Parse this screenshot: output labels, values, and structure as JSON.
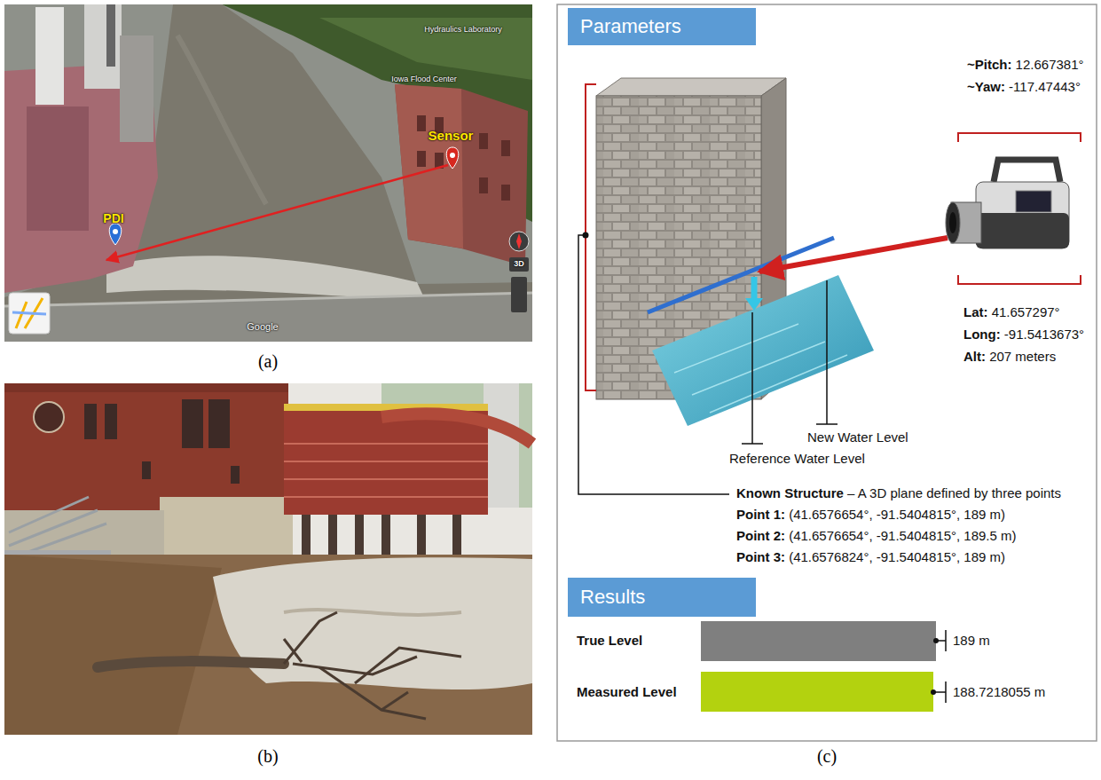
{
  "diagram": {
    "nodes": [
      {
        "text": [
          "Parameters"
        ]
      },
      {
        "text": [
          "Results"
        ]
      }
    ],
    "labels": [
      "Sensor",
      "PDI",
      "Iowa Flood Center",
      "Hydraulics Laboratory",
      "Google",
      "3D",
      "(a)",
      "(b)",
      "(c)",
      "~Pitch: 12.667381°",
      "~Yaw: -117.47443°",
      "Lat: 41.657297°",
      "Long: -91.5413673°",
      "Alt: 207 meters",
      "New Water Level",
      "Reference Water Level",
      "Known Structure – A 3D plane defined by three points",
      "Point 1: (41.6576654°, -91.5404815°, 189 m)",
      "Point 2: (41.6576654°, -91.5404815°, 189.5 m)",
      "Point 3: (41.6576824°, -91.5404815°, 189 m)",
      "True Level",
      "189 m",
      "Measured Level",
      "188.7218055 m"
    ]
  }
}
